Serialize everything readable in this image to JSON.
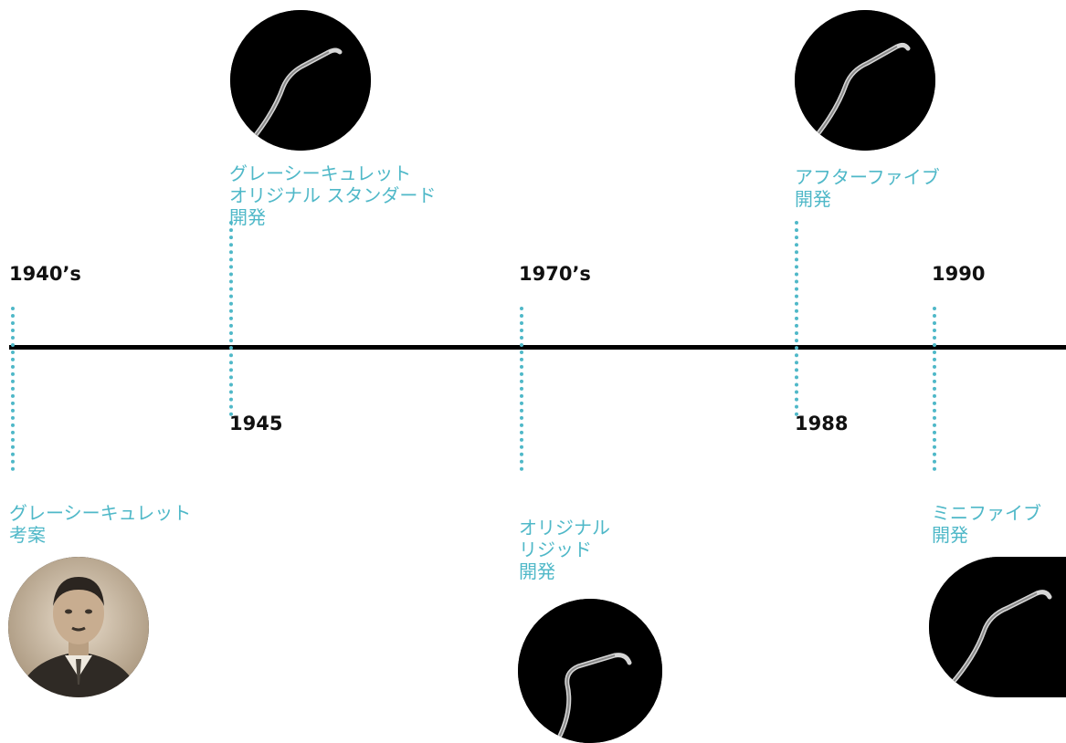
{
  "colors": {
    "accent": "#4fb8c8",
    "axis": "#000000",
    "year_text": "#111111"
  },
  "events": [
    {
      "year": "1940’s",
      "label": "グレーシーキュレット\n考案",
      "image": "portrait-photo"
    },
    {
      "year": "1945",
      "label": "グレーシーキュレット\nオリジナル スタンダード\n開発",
      "image": "curette-instrument-photo"
    },
    {
      "year": "1970’s",
      "label": "オリジナル\nリジッド\n開発",
      "image": "curette-instrument-photo"
    },
    {
      "year": "1988",
      "label": "アフターファイブ\n開発",
      "image": "curette-instrument-photo"
    },
    {
      "year": "1990",
      "label": "ミニファイブ\n開発",
      "image": "curette-instrument-photo"
    }
  ]
}
